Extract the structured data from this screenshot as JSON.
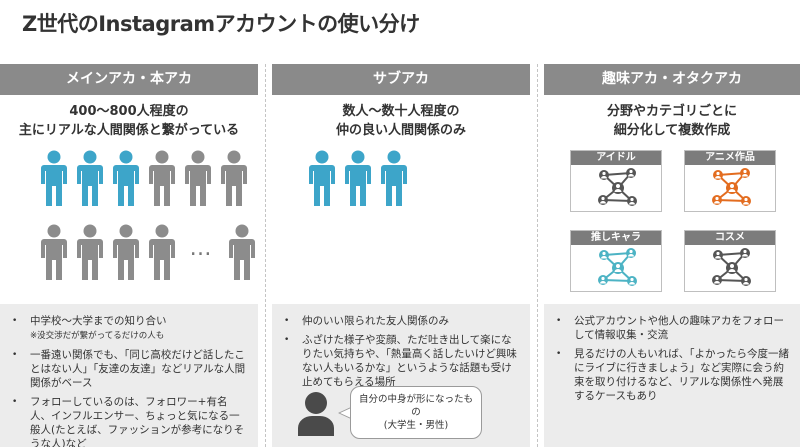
{
  "page": {
    "title": "Z世代のInstagramアカウントの使い分け"
  },
  "colors": {
    "accent_blue": "#3da5c9",
    "person_gray": "#8c8c8c",
    "header_gray": "#8a8a8a",
    "graph_dark": "#555555",
    "graph_orange": "#e36c1f",
    "graph_teal": "#4cb3c4"
  },
  "columns": {
    "main": {
      "header": "メインアカ・本アカ",
      "subhead_line1": "400～800人程度の",
      "subhead_line2": "主にリアルな人間関係と繋がっている",
      "ellipsis": "…",
      "notes": {
        "n1": "中学校～大学までの知り合い",
        "n1_small": "※没交渉だが繋がってるだけの人も",
        "n2": "一番遠い関係でも、「同じ高校だけど話したことはない人」「友達の友達」などリアルな人間関係がベース",
        "n3": "フォローしているのは、フォロワー+有名人、インフルエンサー、ちょっと気になる一般人(たとえば、ファッションが参考になりそうな人)など"
      }
    },
    "sub": {
      "header": "サブアカ",
      "subhead_line1": "数人～数十人程度の",
      "subhead_line2": "仲の良い人間関係のみ",
      "notes": {
        "n1": "仲のいい限られた友人関係のみ",
        "n2": "ふざけた様子や変顔、ただ吐き出して楽になりたい気持ちや、「熱量高く話したいけど興味ない人もいるかな」というような話題も受け止めてもらえる場所"
      },
      "bubble_line1": "自分の中身が形になったもの",
      "bubble_line2": "(大学生・男性)"
    },
    "hobby": {
      "header": "趣味アカ・オタクアカ",
      "subhead_line1": "分野やカテゴリごとに",
      "subhead_line2": "細分化して複数作成",
      "categories": {
        "c1": "アイドル",
        "c2": "アニメ作品",
        "c3": "推しキャラ",
        "c4": "コスメ"
      },
      "notes": {
        "n1": "公式アカウントや他人の趣味アカをフォローして情報収集・交流",
        "n2": "見るだけの人もいれば、「よかったら今度一緒にライブに行きましょう」など実際に会う約束を取り付けるなど、リアルな関係性へ発展するケースもあり"
      }
    }
  }
}
